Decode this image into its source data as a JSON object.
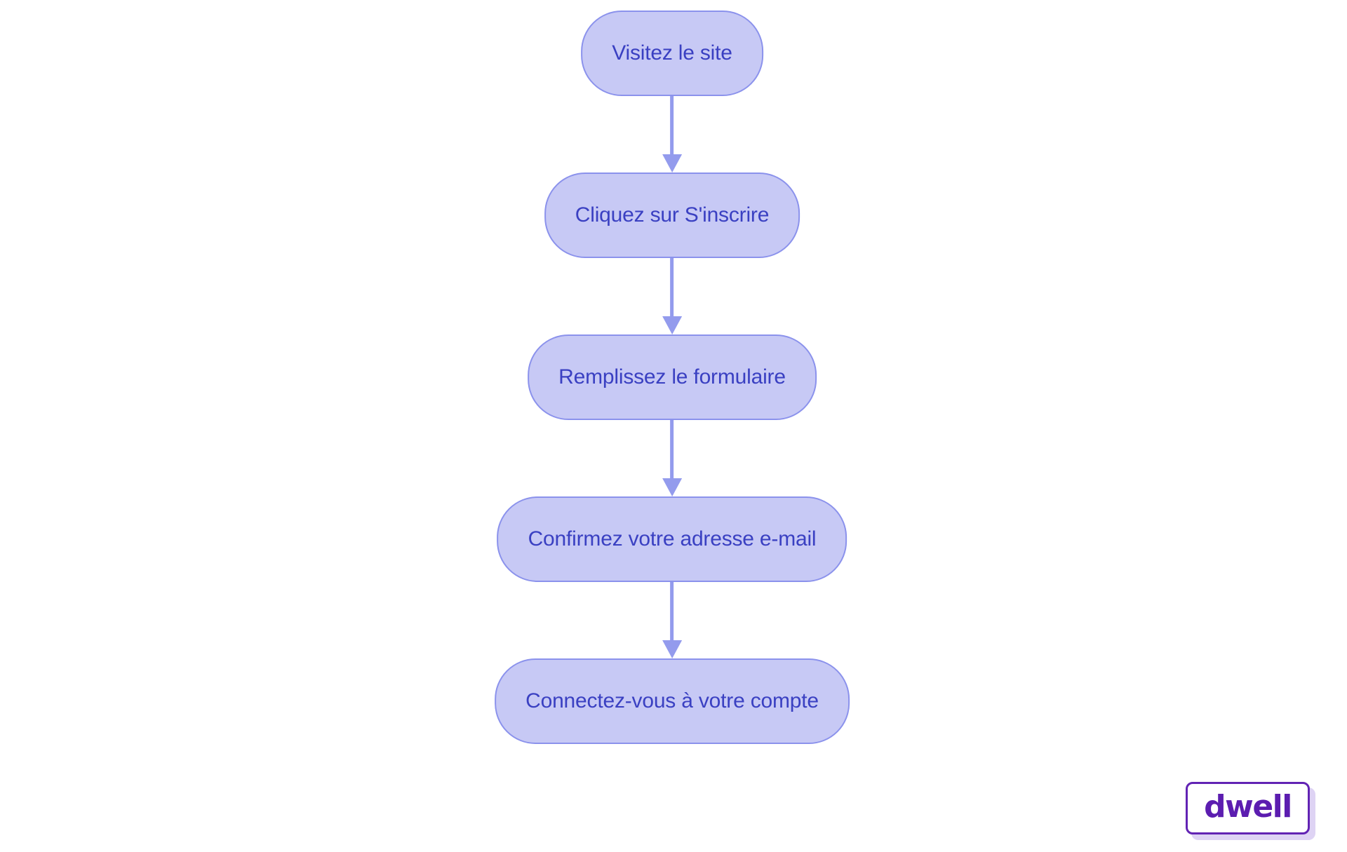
{
  "diagram": {
    "type": "flowchart",
    "direction": "top-down",
    "steps": [
      {
        "label": "Visitez le site"
      },
      {
        "label": "Cliquez sur S'inscrire"
      },
      {
        "label": "Remplissez le formulaire"
      },
      {
        "label": "Confirmez votre adresse e-mail"
      },
      {
        "label": "Connectez-vous à votre compte"
      }
    ],
    "colors": {
      "background": "#ffffff",
      "node_fill": "#c7c9f5",
      "node_border": "#8b92ec",
      "node_text": "#3a40c2",
      "arrow": "#939bed"
    }
  },
  "branding": {
    "logo_text": "dwell",
    "colors": {
      "logo_text": "#5c1db0",
      "logo_border": "#6223b4",
      "logo_shadow": "#ded3f4"
    }
  }
}
